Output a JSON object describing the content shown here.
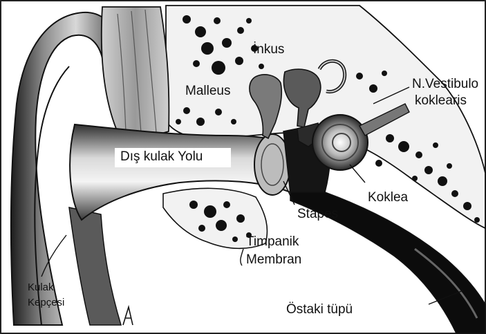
{
  "diagram": {
    "labels": {
      "inkus": "İnkus",
      "malleus": "Malleus",
      "n_vestibulo_line1": "N.Vestibulo",
      "n_vestibulo_line2": "koklearis",
      "dis_kulak_yolu": "Dış kulak Yolu",
      "koklea": "Koklea",
      "stapes": "Stapes",
      "timpanik_line1": "Timpanik",
      "timpanik_line2": "Membran",
      "kulak_line1": "Kulak",
      "kulak_line2": "Kepçesi",
      "ostaki_tupu": "Östaki tüpü"
    }
  },
  "colors": {
    "ink": "#111111",
    "bone": "#f2f2f2",
    "canal_light": "#e6e6e6",
    "canal_mid": "#9a9a9a",
    "canal_dark": "#3a3a3a",
    "tube": "#0c0c0c"
  }
}
